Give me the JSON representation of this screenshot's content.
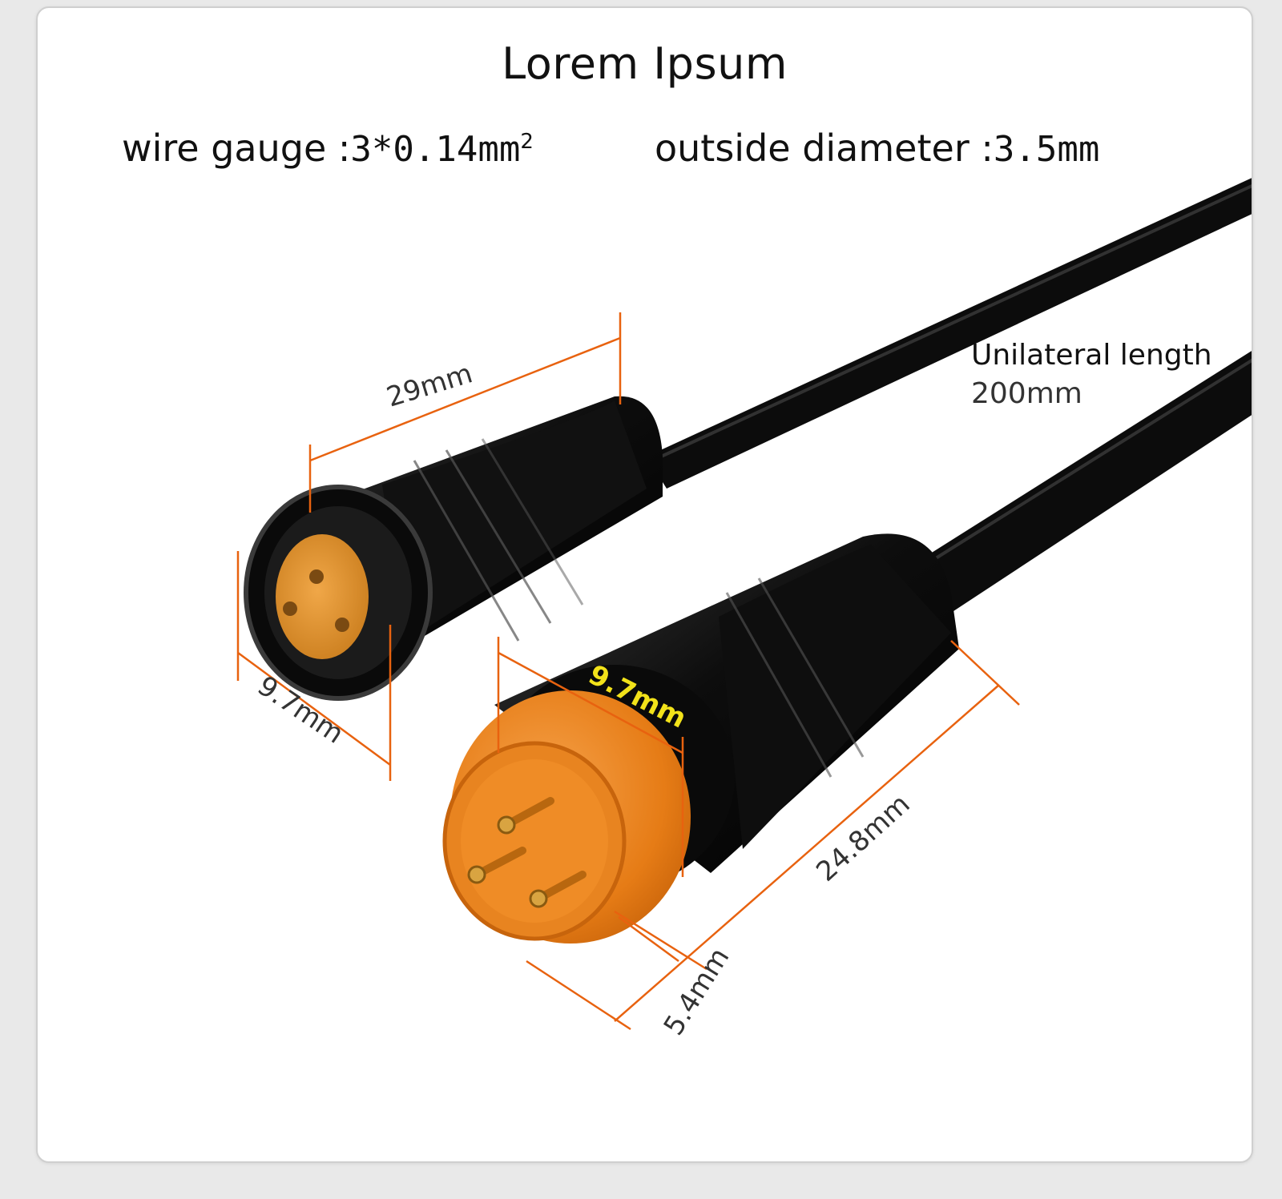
{
  "title": "Lorem Ipsum",
  "specs": {
    "wire_gauge_label": "wire gauge :",
    "wire_gauge_value": "3*0.14mm",
    "wire_gauge_exp": "2",
    "outside_diameter_label": "outside diameter :",
    "outside_diameter_value": "3.5mm"
  },
  "cable": {
    "length_label": "Unilateral length",
    "length_value": "200mm"
  },
  "dimensions": {
    "female_length": "29mm",
    "female_diameter": "9.7mm",
    "male_diameter": "9.7mm",
    "male_length": "24.8mm",
    "male_pin_length": "5.4mm"
  },
  "colors": {
    "dimension_line": "#e8620f",
    "connector_body": "#111111",
    "plug_orange": "#f08a24",
    "socket_orange": "#e59530",
    "highlight_label": "#f2e21a"
  }
}
